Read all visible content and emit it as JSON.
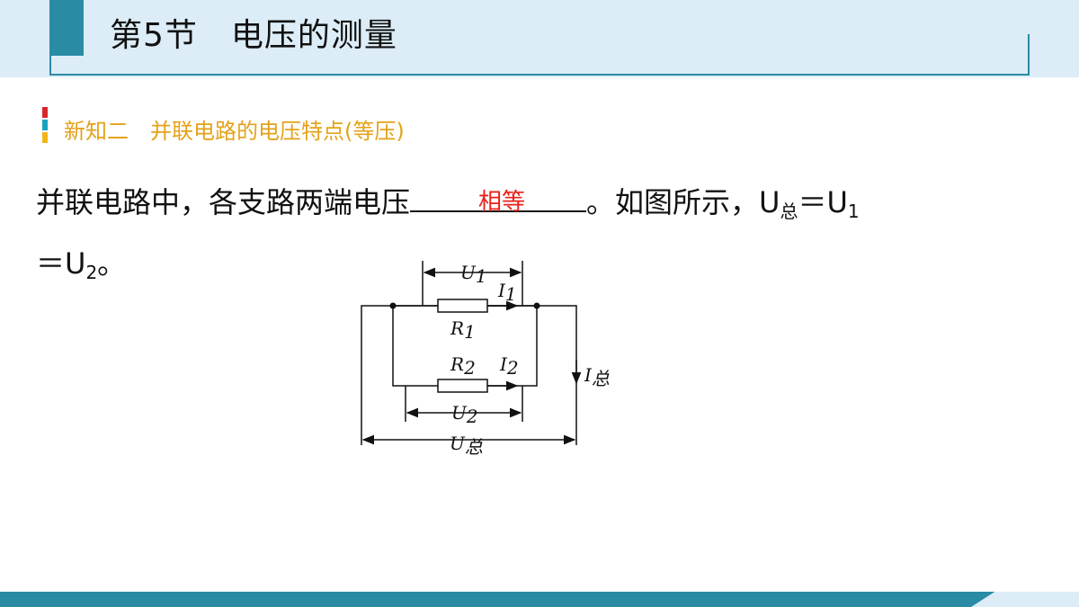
{
  "header": {
    "title": "第5节　电压的测量"
  },
  "section": {
    "title": "新知二　并联电路的电压特点(等压)",
    "bar_colors": [
      "#d7262e",
      "#1aa3c0",
      "#f2b41a"
    ]
  },
  "body": {
    "line1_text": "并联电路中，各支路两端电压",
    "answer": "相等",
    "line1_after": "。如图所示，U",
    "sub_zong": "总",
    "eq_u": "＝U",
    "sub_1": "1",
    "line2_text": "＝U",
    "sub_2": "2",
    "line2_end": "。"
  },
  "circuit": {
    "U1": "U",
    "U1_sub": "1",
    "I1": "I",
    "I1_sub": "1",
    "R1": "R",
    "R1_sub": "1",
    "R2": "R",
    "R2_sub": "2",
    "I2": "I",
    "I2_sub": "2",
    "U2": "U",
    "U2_sub": "2",
    "Itotal": "I",
    "Itotal_sub": "总",
    "Utotal": "U",
    "Utotal_sub": "总"
  },
  "colors": {
    "accent": "#2a8ba5",
    "header_bg": "#dcedf7",
    "section": "#e3a21a",
    "answer": "#e8221a"
  }
}
